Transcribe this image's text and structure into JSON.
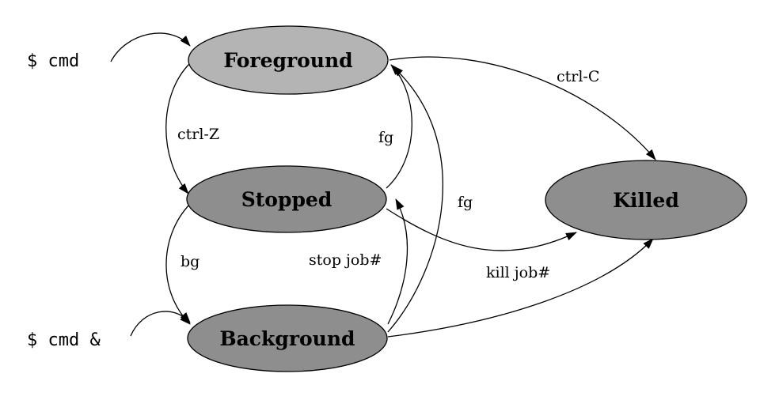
{
  "nodes": {
    "foreground": "Foreground",
    "stopped": "Stopped",
    "background": "Background",
    "killed": "Killed"
  },
  "commands": {
    "cmd": "$ cmd",
    "cmd_bg": "$ cmd &"
  },
  "edges": {
    "ctrl_z": "ctrl-Z",
    "fg_stopped": "fg",
    "ctrl_c": "ctrl-C",
    "bg": "bg",
    "stop_job": "stop job#",
    "fg_background": "fg",
    "kill_job": "kill job#"
  },
  "colors": {
    "foreground_fill": "#b4b4b4",
    "state_fill": "#8e8e8e",
    "stroke": "#000000"
  }
}
